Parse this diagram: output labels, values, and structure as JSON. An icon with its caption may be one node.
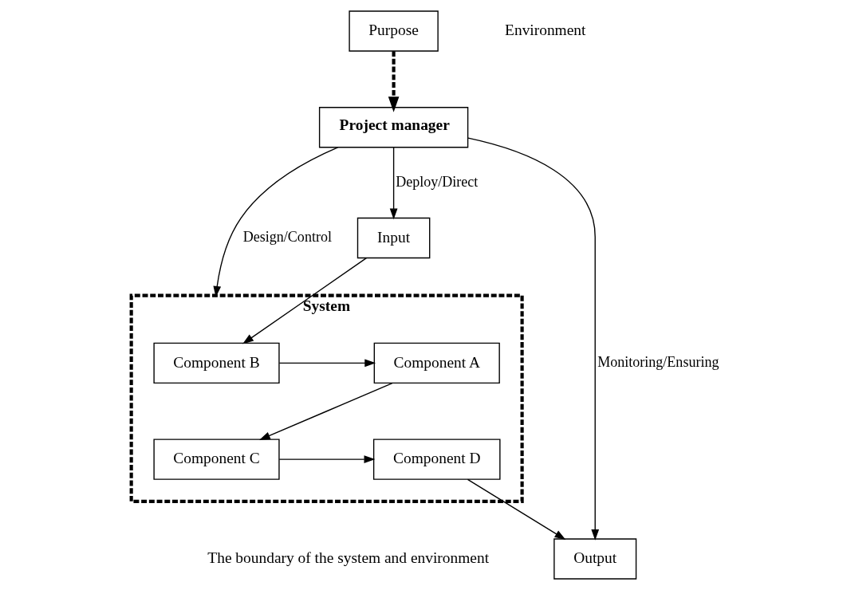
{
  "diagram": {
    "nodes": [
      {
        "text": [
          "Purpose"
        ]
      },
      {
        "text": [
          "Project manager"
        ]
      },
      {
        "text": [
          "System"
        ],
        "beside": [
          "The boundary of the system and environment"
        ]
      },
      {
        "text": [
          "Input"
        ]
      },
      {
        "text": [
          "Component B"
        ],
        "in": 2
      },
      {
        "text": [
          "Component A"
        ],
        "in": 2
      },
      {
        "text": [
          "Component C"
        ],
        "in": 2
      },
      {
        "text": [
          "Component D"
        ],
        "in": 2
      },
      {
        "text": [
          "Output"
        ]
      }
    ],
    "edges": [
      {
        "from": 0,
        "to": 1,
        "arrow": "to",
        "style": "dashed"
      },
      {
        "from": 1,
        "to": 3,
        "arrow": "to",
        "label": "Deploy/Direct"
      },
      {
        "from": 1,
        "to": 2,
        "arrow": "to",
        "label": "Design/Control"
      },
      {
        "from": 1,
        "to": 8,
        "arrow": "to",
        "label": "Monitoring/Ensuring"
      },
      {
        "from": 3,
        "to": 4,
        "arrow": "to"
      },
      {
        "from": 4,
        "to": 5,
        "arrow": "to"
      },
      {
        "from": 5,
        "to": 6,
        "arrow": "to"
      },
      {
        "from": 6,
        "to": 7,
        "arrow": "to"
      },
      {
        "from": 7,
        "to": 8,
        "arrow": "to"
      }
    ],
    "labels": [
      "Environment"
    ]
  }
}
